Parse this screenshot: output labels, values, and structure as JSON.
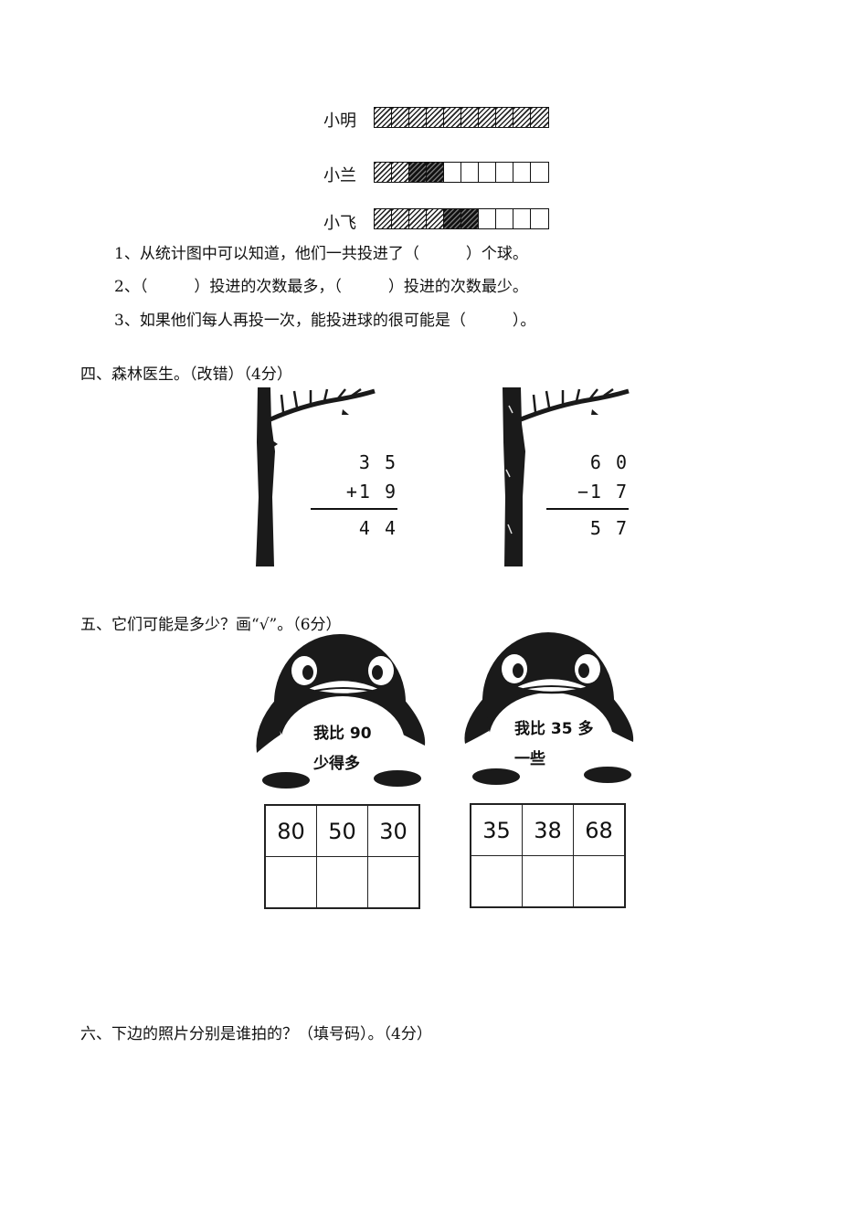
{
  "chart_data": {
    "type": "bar",
    "title": "",
    "xlabel": "",
    "ylabel": "",
    "categories": [
      "小明",
      "小兰",
      "小飞"
    ],
    "values": [
      10,
      4,
      6
    ],
    "total_cells": 10
  },
  "questions": {
    "q1": "1、从统计图中可以知道，他们一共投进了（　　　）个球。",
    "q2": "2、（　　　）投进的次数最多，（　　　）投进的次数最少。",
    "q3": "3、如果他们每人再投一次，能投进球的很可能是（　　　）。"
  },
  "section4": {
    "heading": "四、森林医生。（改错）（4分）",
    "calc1": {
      "top": "3 5",
      "operand": "+1 9",
      "result": "4 4"
    },
    "calc2": {
      "top": "6 0",
      "operand": "−1 7",
      "result": "5 7"
    }
  },
  "section5": {
    "heading": "五、它们可能是多少？画“√”。（6分）",
    "penguin1": {
      "line1": "我比 90",
      "line2": "少得多",
      "options": [
        "80",
        "50",
        "30"
      ]
    },
    "penguin2": {
      "line1": "我比 35 多",
      "line2": "一些",
      "options": [
        "35",
        "38",
        "68"
      ]
    }
  },
  "section6": {
    "heading": "六、下边的照片分别是谁拍的？（填号码）。（4分）"
  }
}
